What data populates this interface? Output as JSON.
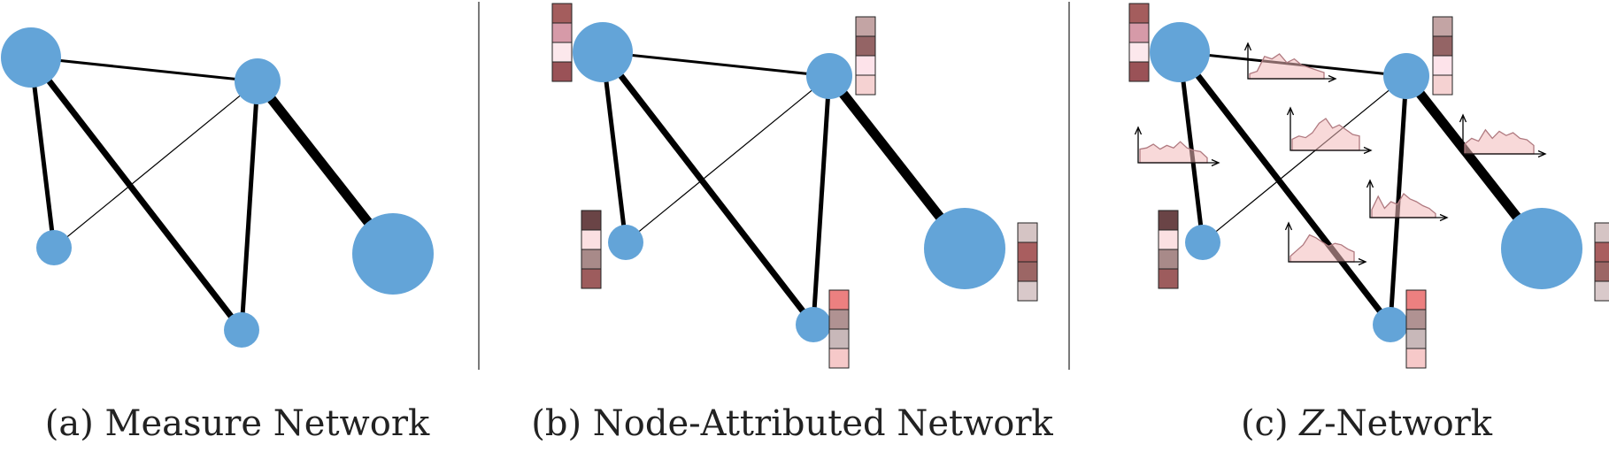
{
  "figure": {
    "panels": [
      {
        "id": "a",
        "caption_prefix": "(a) ",
        "caption_main": "Measure Network",
        "caption_italic": "",
        "caption_suffix": ""
      },
      {
        "id": "b",
        "caption_prefix": "(b) ",
        "caption_main": "Node-Attributed Network",
        "caption_italic": "",
        "caption_suffix": ""
      },
      {
        "id": "c",
        "caption_prefix": "(c) ",
        "caption_main": "",
        "caption_italic": "Z",
        "caption_suffix": "-Network"
      }
    ],
    "colors": {
      "node": "#63a4d8",
      "edge": "#000000",
      "divider": "#333333",
      "distribution_fill": "#f2b9b9",
      "distribution_stroke": "#b07a80"
    },
    "graph": {
      "nodes": [
        {
          "id": "n1",
          "size": "large"
        },
        {
          "id": "n2",
          "size": "medium"
        },
        {
          "id": "n3",
          "size": "small"
        },
        {
          "id": "n4",
          "size": "small"
        },
        {
          "id": "n5",
          "size": "very-large"
        }
      ],
      "edges": [
        {
          "from": "n1",
          "to": "n2",
          "weight": "medium"
        },
        {
          "from": "n1",
          "to": "n3",
          "weight": "heavy"
        },
        {
          "from": "n1",
          "to": "n4",
          "weight": "very-heavy"
        },
        {
          "from": "n2",
          "to": "n3",
          "weight": "light"
        },
        {
          "from": "n2",
          "to": "n4",
          "weight": "heavy"
        },
        {
          "from": "n2",
          "to": "n5",
          "weight": "heaviest"
        }
      ]
    },
    "node_attributes": {
      "n1": [
        "#a45d5d",
        "#d69aa8",
        "#fce8ec",
        "#9a5257"
      ],
      "n2": [
        "#c3a4a4",
        "#946465",
        "#fde3ea",
        "#f5d2d2"
      ],
      "n3": [
        "#6a4446",
        "#fbe0e2",
        "#a88a89",
        "#9d5c5d"
      ],
      "n4": [
        "#ec8080",
        "#b09292",
        "#c8b8b9",
        "#f6c9c9"
      ],
      "n5": [
        "#d5c4c4",
        "#a95e5f",
        "#9c6665",
        "#d9c9ca"
      ]
    }
  }
}
